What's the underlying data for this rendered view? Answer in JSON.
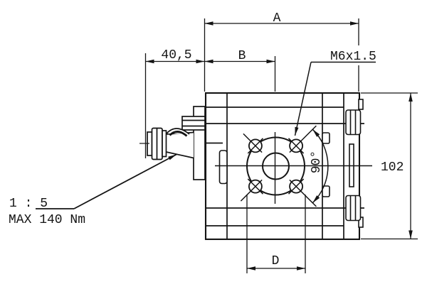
{
  "drawing": {
    "kind": "technical-dimension-drawing",
    "subject": "gear-pump-side-view"
  },
  "labels": {
    "dim_a": "A",
    "dim_b": "B",
    "dim_offset": "40,5",
    "thread_callout": "M6x1.5",
    "dim_height": "102",
    "dim_flange": "D",
    "angle_callout": "90°",
    "taper_ratio": "1 : 5",
    "max_torque": "MAX 140 Nm"
  },
  "colors": {
    "line": "#141414",
    "background": "#ffffff"
  }
}
